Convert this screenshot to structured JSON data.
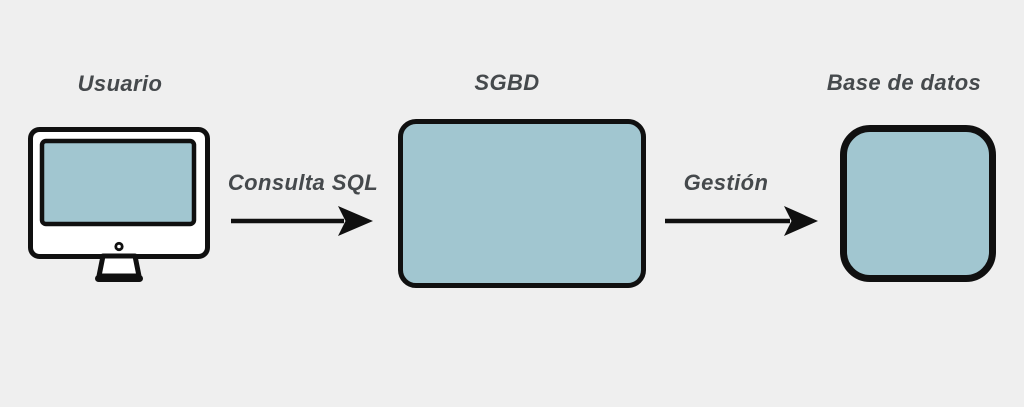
{
  "diagram": {
    "colors": {
      "background": "#efefef",
      "node_fill": "#a1c6d0",
      "stroke": "#101010",
      "text": "#45494c"
    },
    "nodes": [
      {
        "id": "usuario",
        "label": "Usuario",
        "representation": "monitor-icon"
      },
      {
        "id": "sgbd",
        "label": "SGBD",
        "representation": "rounded-rectangle"
      },
      {
        "id": "base-de-datos",
        "label": "Base de datos",
        "representation": "rounded-square"
      }
    ],
    "edges": [
      {
        "from": "usuario",
        "to": "sgbd",
        "label": "Consulta SQL",
        "direction": "right"
      },
      {
        "from": "sgbd",
        "to": "base-de-datos",
        "label": "Gestión",
        "direction": "right"
      }
    ]
  }
}
